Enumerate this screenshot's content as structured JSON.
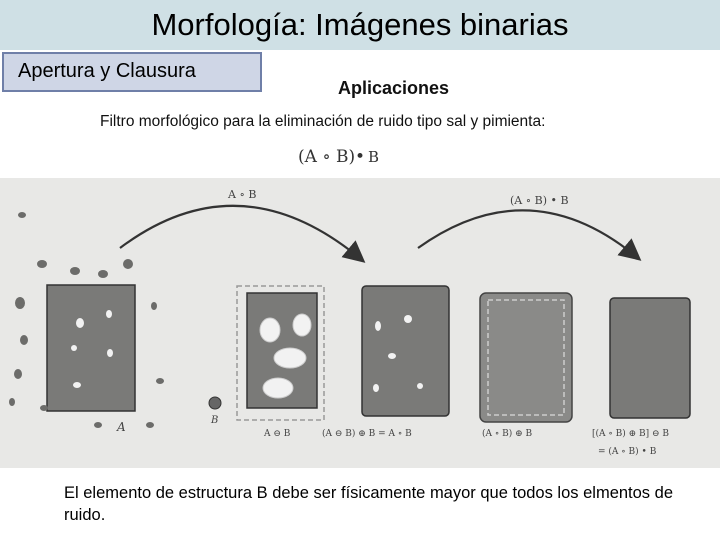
{
  "header": {
    "title": "Morfología: Imágenes binarias"
  },
  "section": {
    "label": "Apertura y Clausura"
  },
  "content": {
    "subheading": "Aplicaciones",
    "filter_text": "Filtro morfológico para la eliminación de ruido tipo sal y pimienta:",
    "formula": {
      "left": "(A ∘ B)",
      "op": "•",
      "right": "B"
    },
    "caption": "El elemento de estructura B debe ser físicamente mayor que todos los elmentos de ruido."
  },
  "figure": {
    "arrow1_label": "A ∘ B",
    "arrow2_label": "(A ∘ B) • B",
    "label_a": "A",
    "label_b": "B",
    "panel2_caption": "A ⊖ B",
    "panel3_caption": "(A ⊖ B) ⊕ B = A ∘ B",
    "panel4_caption": "(A ∘ B) ⊕ B",
    "panel5_caption": "[(A ∘ B) ⊕ B] ⊖ B",
    "panel5_caption2": "= (A ∘ B) • B"
  }
}
